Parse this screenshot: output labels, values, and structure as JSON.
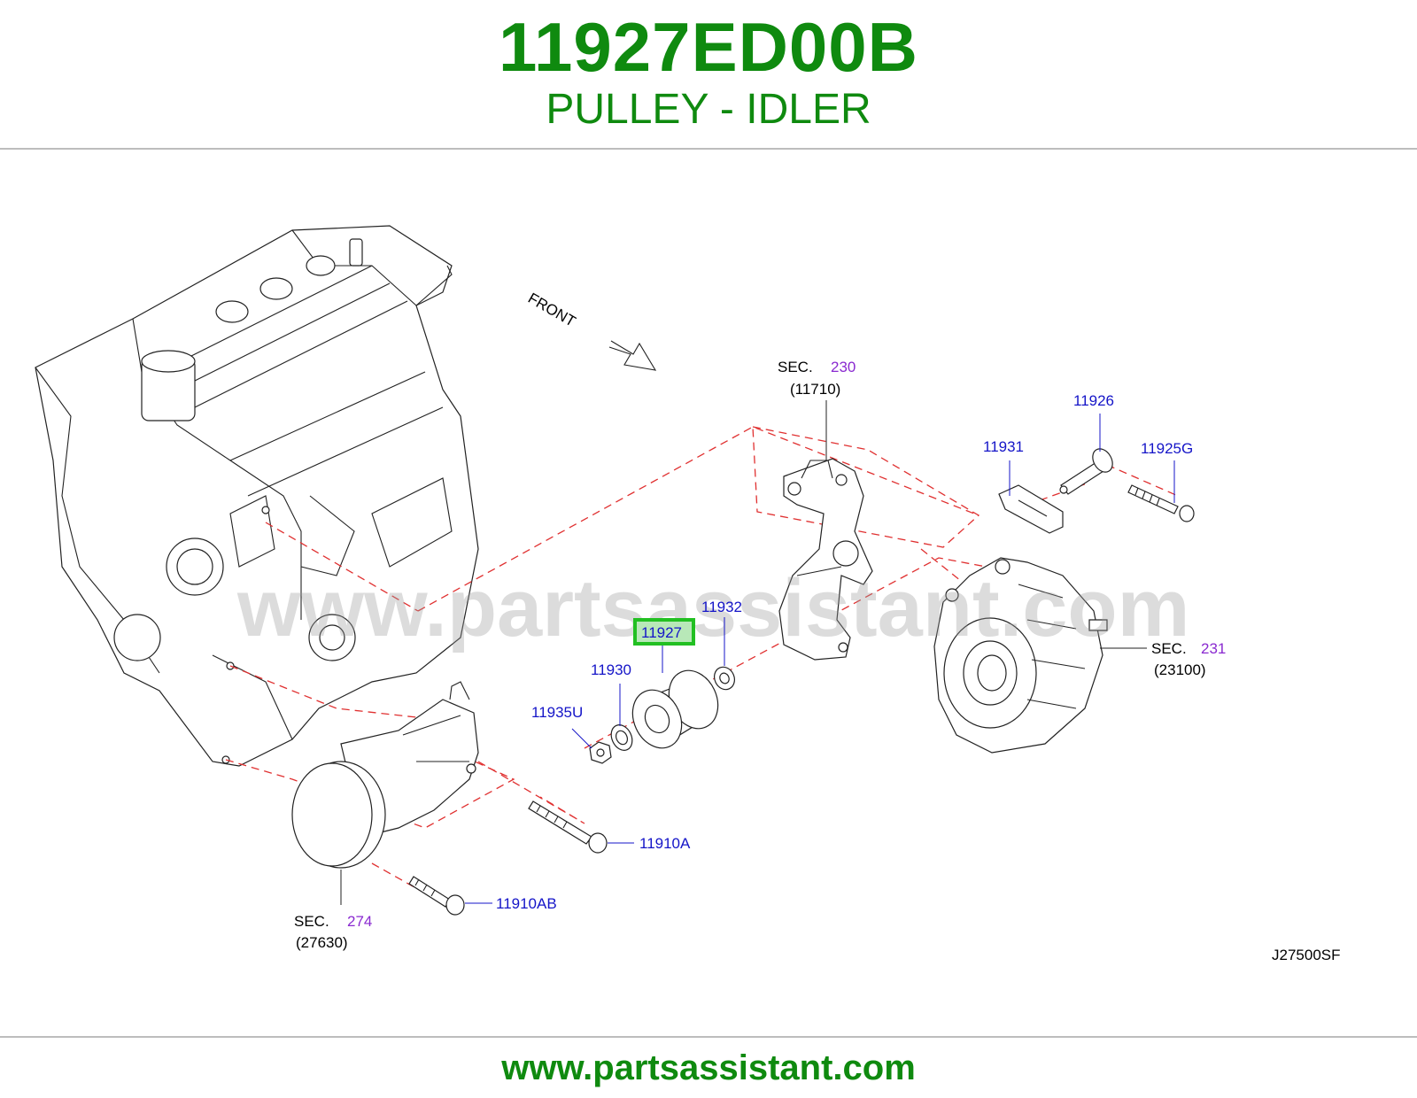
{
  "header": {
    "part_number": "11927ED00B",
    "part_name": "PULLEY - IDLER"
  },
  "diagram": {
    "direction_label": "FRONT",
    "watermark": "www.partsassistant.com",
    "figure_code": "J27500SF",
    "highlight_color": "#22c022",
    "callouts": {
      "p11927": "11927",
      "p11930": "11930",
      "p11932": "11932",
      "p11935U": "11935U",
      "p11931": "11931",
      "p11926": "11926",
      "p11925G": "11925G",
      "p11910A": "11910A",
      "p11910AB": "11910AB"
    },
    "sections": {
      "sec230": {
        "prefix": "SEC.",
        "number": "230",
        "ref": "(11710)"
      },
      "sec231": {
        "prefix": "SEC.",
        "number": "231",
        "ref": "(23100)"
      },
      "sec274": {
        "prefix": "SEC.",
        "number": "274",
        "ref": "(27630)"
      }
    }
  },
  "footer": {
    "url": "www.partsassistant.com"
  },
  "colors": {
    "brand_green": "#0f8a0f",
    "callout_blue": "#1515c8",
    "section_purple": "#8a2ad0",
    "dash_red": "#e03030"
  }
}
